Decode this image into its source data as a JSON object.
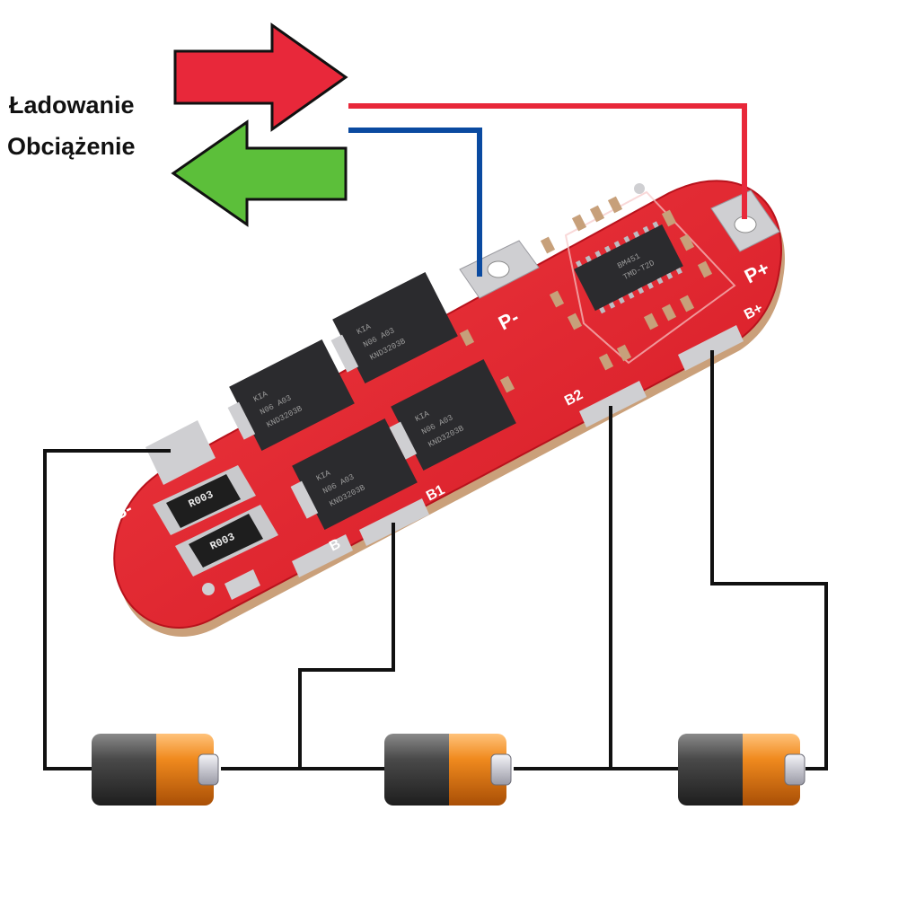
{
  "legend": {
    "charge_label": "Ładowanie",
    "load_label": "Obciążenie",
    "charge_color": "#e8283a",
    "load_color": "#5cbf3a"
  },
  "board": {
    "color": "#e01f2a",
    "pad_labels": {
      "p_minus": "P-",
      "p_plus": "P+",
      "b_plus": "B+",
      "b2": "B2",
      "b1": "B1",
      "b": "B",
      "b_minus": "B-"
    },
    "mosfets": [
      {
        "line1": "KIA",
        "line2": "N06 A03",
        "line3": "KND3203B"
      },
      {
        "line1": "KIA",
        "line2": "N06 A03",
        "line3": "KND3203B"
      },
      {
        "line1": "KIA",
        "line2": "N06 A03",
        "line3": "KND3203B"
      },
      {
        "line1": "KIA",
        "line2": "N06 A03",
        "line3": "KND3203B"
      }
    ],
    "ic": {
      "line1": "BM451",
      "line2": "TMD-T2D"
    },
    "resistors": [
      "R003",
      "R003"
    ]
  },
  "wires": {
    "positive_color": "#e8283a",
    "negative_color": "#0a4aa0",
    "balance_color": "#111111"
  },
  "batteries": {
    "count": 3,
    "body_color": "#3a3a3a",
    "cap_color": "#f08a1e"
  }
}
